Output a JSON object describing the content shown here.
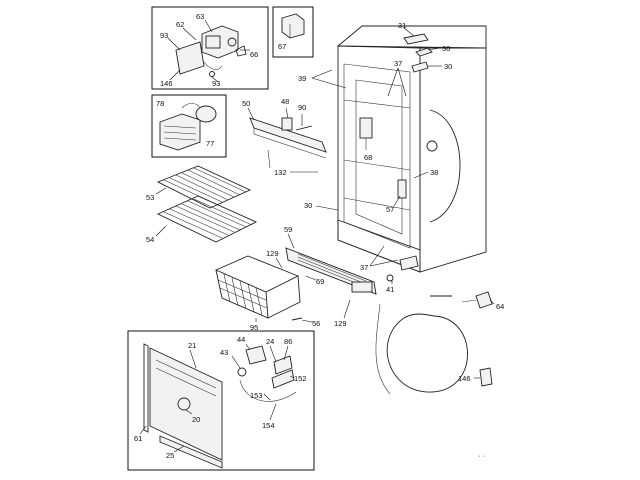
{
  "diagram": {
    "callouts": {
      "c62": "62",
      "c63": "63",
      "c93a": "93",
      "c93b": "93",
      "c66": "66",
      "c146a": "146",
      "c67": "67",
      "c78": "78",
      "c77": "77",
      "c31": "31",
      "c36": "36",
      "c37a": "37",
      "c30a": "30",
      "c39": "39",
      "c50": "50",
      "c48": "48",
      "c90": "90",
      "c132": "132",
      "c68": "68",
      "c38": "38",
      "c53": "53",
      "c54": "54",
      "c30b": "30",
      "c57": "57",
      "c59": "59",
      "c129a": "129",
      "c69": "69",
      "c37b": "37",
      "c41": "41",
      "c95": "95",
      "c56": "56",
      "c129b": "129",
      "c64": "64",
      "c146b": "146",
      "c21": "21",
      "c44": "44",
      "c43": "43",
      "c24": "24",
      "c86": "86",
      "c152": "152",
      "c153": "153",
      "c20": "20",
      "c154": "154",
      "c61": "61",
      "c25": "25"
    },
    "corner_mark": "· ·"
  }
}
